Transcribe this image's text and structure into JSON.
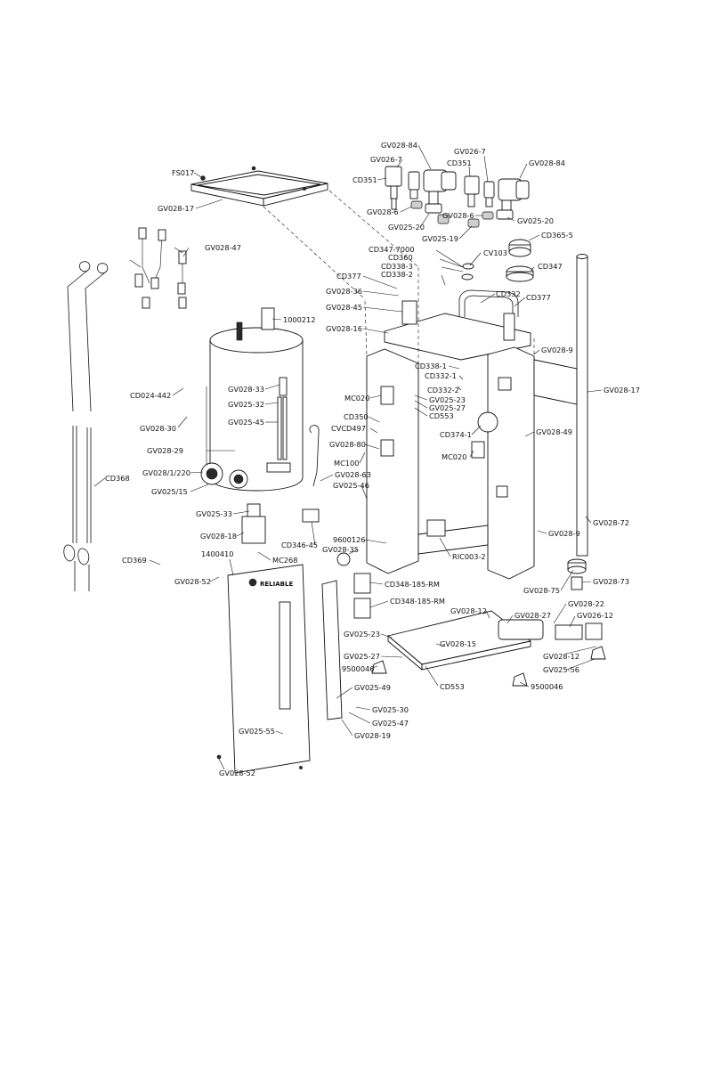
{
  "panel": {
    "brand": "RELIABLE"
  },
  "labels": {
    "fs017": "FS017",
    "gv028_17_tray": "GV028-17",
    "gv028_84_a": "GV028-84",
    "gv026_7_a": "GV026-7",
    "cd351_a": "CD351",
    "gv028_6_a": "GV028-6",
    "gv025_20_a": "GV025-20",
    "gv026_7_b": "GV026-7",
    "cd351_b": "CD351",
    "gv028_84_b": "GV028-84",
    "gv028_6_b": "GV028-6",
    "gv025_20_b": "GV025-20",
    "gv025_19": "GV025-19",
    "cd365_5": "CD365-5",
    "gv028_47": "GV028-47",
    "cd347_7000": "CD347-7000",
    "cd360": "CD360",
    "cd338_3": "CD338-3",
    "cd338_2": "CD338-2",
    "cv103": "CV103",
    "cd347": "CD347",
    "cd377_a": "CD377",
    "gv028_36": "GV028-36",
    "gv028_45": "GV028-45",
    "cd332": "CD332",
    "cd377_b": "CD377",
    "n1000212": "1000212",
    "gv028_16": "GV028-16",
    "gv028_9_a": "GV028-9",
    "cd338_1": "CD338-1",
    "cd332_1": "CD332-1",
    "gv028_17_right": "GV028-17",
    "gv028_33": "GV028-33",
    "cd024_442": "CD024-442",
    "cd332_2": "CD332-2",
    "gv025_32": "GV025-32",
    "mc020_a": "MC020",
    "gv025_23_a": "GV025-23",
    "gv025_27_a": "GV025-27",
    "gv025_45": "GV025-45",
    "cd553_a": "CD553",
    "cd350": "CD350",
    "gv028_30": "GV028-30",
    "cvcd497": "CVCD497",
    "cd374_1": "CD374-1",
    "gv028_49": "GV028-49",
    "gv028_80": "GV028-80",
    "gv028_29": "GV028-29",
    "mc020_b": "MC020",
    "mc100": "MC100",
    "gv028_1_220": "GV028/1/220",
    "cd368": "CD368",
    "gv028_63": "GV028-63",
    "gv025_46": "GV025-46",
    "gv025_15": "GV025/15",
    "gv025_33": "GV025-33",
    "gv028_72": "GV028-72",
    "gv028_9_b": "GV028-9",
    "gv028_18": "GV028-18",
    "n9600126": "9600126",
    "cd346_45": "CD346-45",
    "gv028_35": "GV028-35",
    "n1400410": "1400410",
    "ric003_2": "RIC003-2",
    "mc268": "MC268",
    "cd369": "CD369",
    "gv028_52_a": "GV028-52",
    "cd348_185_rm_a": "CD348-185-RM",
    "gv028_75": "GV028-75",
    "gv028_73": "GV028-73",
    "cd348_185_rm_b": "CD348-185-RM",
    "gv028_22": "GV028-22",
    "gv028_12_a": "GV028-12",
    "gv028_27": "GV028-27",
    "gv026_12": "GV026-12",
    "gv025_23_b": "GV025-23",
    "gv028_15": "GV028-15",
    "gv025_27_b": "GV025-27",
    "gv028_12_b": "GV028-12",
    "gv025_56": "GV025-56",
    "n9500046_a": "9500046",
    "cd553_b": "CD553",
    "n9500046_b": "9500046",
    "gv025_49": "GV025-49",
    "gv025_30": "GV025-30",
    "gv025_47": "GV025-47",
    "gv025_55": "GV025-55",
    "gv028_19": "GV028-19",
    "gv028_52_b": "GV028-52"
  }
}
